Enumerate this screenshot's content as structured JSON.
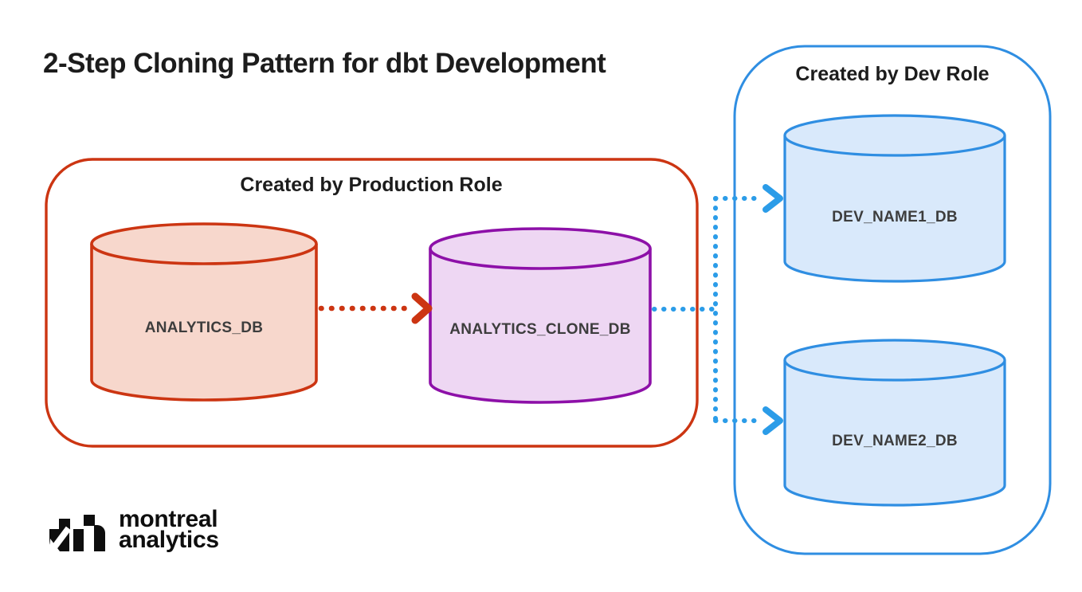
{
  "title": "2-Step Cloning Pattern for dbt Development",
  "colors": {
    "bg": "#ffffff",
    "red": "#cc3512",
    "salmon": "#f7d7cc",
    "purple": "#8d10a8",
    "lavender": "#eed7f3",
    "blue": "#2f8ee2",
    "lightblue": "#d9e9fb",
    "bluedot": "#2b9ce8",
    "dark": "#1c1c1c",
    "label": "#3d3d3d",
    "logo": "#0e0e0e"
  },
  "groups": {
    "production": {
      "label": "Created by Production Role",
      "border_color": "#cc3512"
    },
    "dev": {
      "label": "Created by Dev Role",
      "border_color": "#2f8ee2"
    }
  },
  "databases": {
    "analytics": {
      "label": "ANALYTICS_DB",
      "fill": "#f7d7cc",
      "stroke": "#cc3512",
      "group": "production"
    },
    "analytics_clone": {
      "label": "ANALYTICS_CLONE_DB",
      "fill": "#eed7f3",
      "stroke": "#8d10a8",
      "group": "production"
    },
    "dev1": {
      "label": "DEV_NAME1_DB",
      "fill": "#d9e9fb",
      "stroke": "#2f8ee2",
      "group": "dev"
    },
    "dev2": {
      "label": "DEV_NAME2_DB",
      "fill": "#d9e9fb",
      "stroke": "#2f8ee2",
      "group": "dev"
    }
  },
  "edges": [
    {
      "from": "ANALYTICS_DB",
      "to": "ANALYTICS_CLONE_DB",
      "style": "dotted",
      "color": "#cc3512"
    },
    {
      "from": "ANALYTICS_CLONE_DB",
      "to": "DEV_NAME1_DB",
      "style": "dotted",
      "color": "#2b9ce8"
    },
    {
      "from": "ANALYTICS_CLONE_DB",
      "to": "DEV_NAME2_DB",
      "style": "dotted",
      "color": "#2b9ce8"
    }
  ],
  "logo": {
    "line1": "montreal",
    "line2": "analytics"
  }
}
